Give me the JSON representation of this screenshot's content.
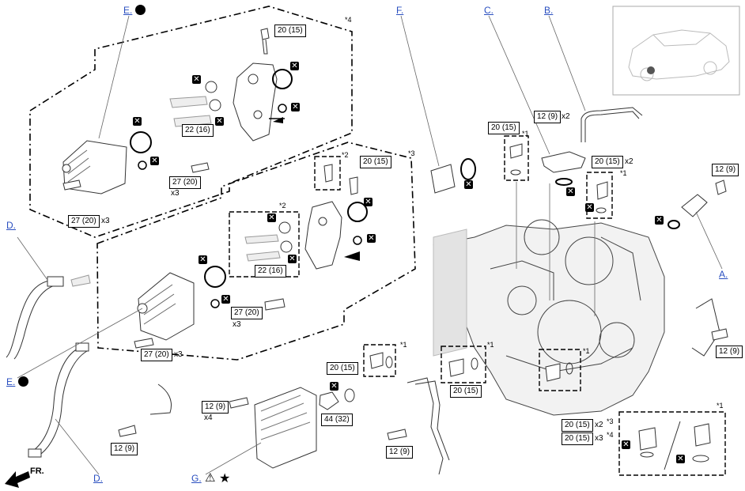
{
  "links": {
    "a": "A.",
    "b": "B.",
    "c": "C.",
    "d_top": "D.",
    "d_bottom": "D.",
    "e_top": "E.",
    "e_bottom": "E.",
    "f": "F.",
    "g": "G."
  },
  "torques": {
    "t_20_15": "20 (15)",
    "t_22_16": "22 (16)",
    "t_27_20": "27 (20)",
    "t_12_9": "12 (9)",
    "t_44_32": "44 (32)"
  },
  "multipliers": {
    "x2": "x2",
    "x3": "x3",
    "x4": "x4"
  },
  "notes": {
    "n1": "*1",
    "n2": "*2",
    "n3": "*3",
    "n4": "*4"
  },
  "front_label": "FR.",
  "icons": {
    "non_reusable": "black-square-x-icon",
    "warning": "warning-triangle-icon",
    "star": "star-icon",
    "dot": "black-dot-icon"
  }
}
